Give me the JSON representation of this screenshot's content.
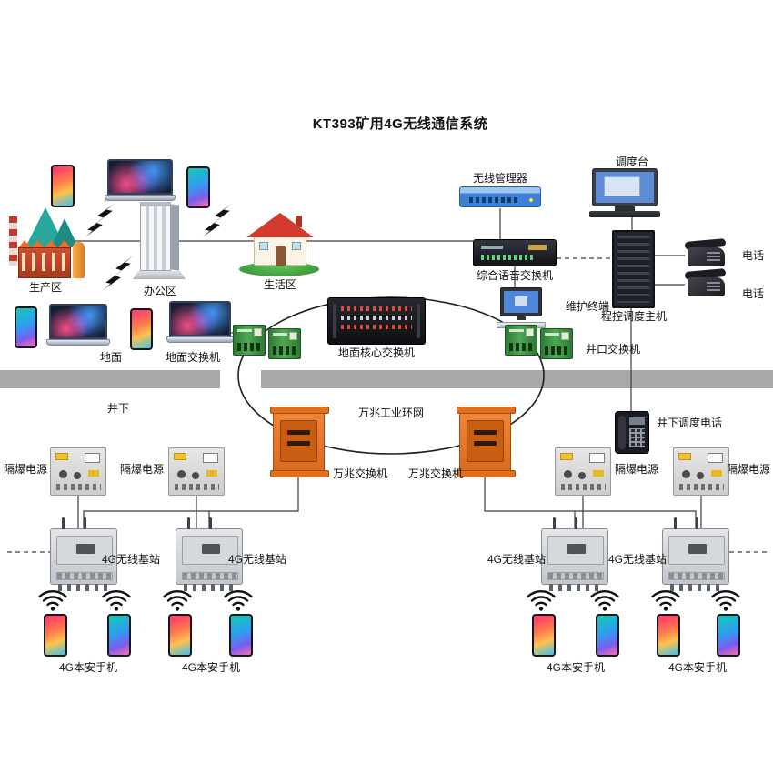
{
  "title": "KT393矿用4G无线通信系统",
  "zones": {
    "surface": "地面",
    "underground": "井下"
  },
  "areas": {
    "production": "生产区",
    "office": "办公区",
    "living": "生活区"
  },
  "network": {
    "wireless_manager": "无线管理器",
    "dispatch_console": "调度台",
    "voice_switch": "综合语音交换机",
    "dispatch_host": "程控调度主机",
    "telephone": "电话",
    "maintenance_terminal": "维护终端",
    "surface_switch": "地面交换机",
    "core_switch": "地面核心交换机",
    "wellhead_switch": "井口交换机",
    "ring_network": "万兆工业环网",
    "gigabit_switch": "万兆交换机",
    "underground_phone": "井下调度电话",
    "flameproof_power": "隔爆电源",
    "base_station": "4G无线基站",
    "safe_phone": "4G本安手机"
  },
  "colors": {
    "background": "#ffffff",
    "line": "#3d3d3d",
    "ground_bar": "#a8a8a8",
    "ring_stroke": "#1f1f1f",
    "orange_device": "#e9762e",
    "green_device": "#4aa14e",
    "router_blue": "#3f7fd4"
  }
}
